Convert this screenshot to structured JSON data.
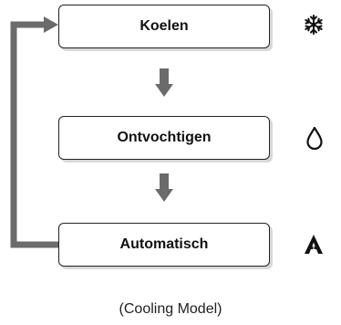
{
  "modes": [
    {
      "label": "Koelen",
      "icon": "snowflake-icon"
    },
    {
      "label": "Ontvochtigen",
      "icon": "droplet-icon"
    },
    {
      "label": "Automatisch",
      "icon": "auto-mode-icon"
    }
  ],
  "caption": "(Cooling Model)",
  "colors": {
    "arrow": "#6b6b6b",
    "border": "#222222",
    "shadow": "#d8d8d8"
  }
}
